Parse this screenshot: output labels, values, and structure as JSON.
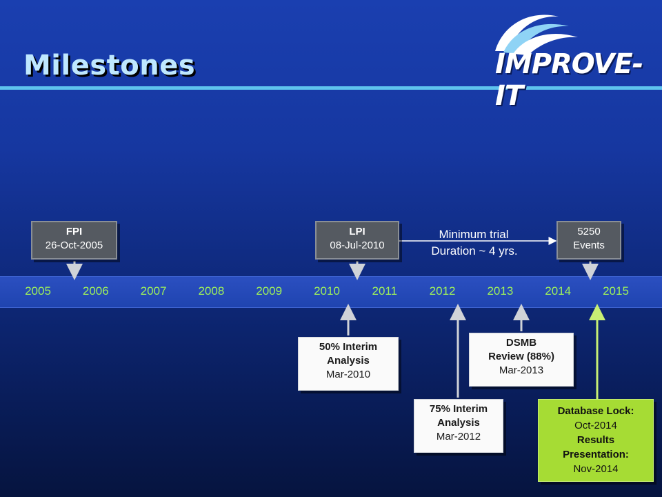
{
  "title": "Milestones",
  "logo": {
    "text": "IMPROVE-IT"
  },
  "timeline": {
    "years": [
      "2005",
      "2006",
      "2007",
      "2008",
      "2009",
      "2010",
      "2011",
      "2012",
      "2013",
      "2014",
      "2015"
    ],
    "year_color": "#9ff25a"
  },
  "milestones_above": [
    {
      "id": "fpi",
      "label": "FPI",
      "value": "26-Oct-2005"
    },
    {
      "id": "lpi",
      "label": "LPI",
      "value": "08-Jul-2010"
    },
    {
      "id": "events",
      "label": "5250",
      "value": "Events"
    }
  ],
  "duration_note": {
    "line1": "Minimum trial",
    "line2": "Duration ~ 4 yrs."
  },
  "milestones_below": [
    {
      "id": "interim50",
      "line1": "50% Interim",
      "line2": "Analysis",
      "date": "Mar-2010"
    },
    {
      "id": "interim75",
      "line1": "75% Interim",
      "line2": "Analysis",
      "date": "Mar-2012"
    },
    {
      "id": "dsmb",
      "line1": "DSMB",
      "line2": "Review (88%)",
      "date": "Mar-2013"
    },
    {
      "id": "dblock",
      "line1": "Database Lock:",
      "date1": "Oct-2014",
      "line2": "Results",
      "line3": "Presentation:",
      "date2": "Nov-2014"
    }
  ],
  "colors": {
    "accent": "#5ec3ee",
    "green_box": "#a6dc34",
    "gray_box": "#555a61"
  }
}
